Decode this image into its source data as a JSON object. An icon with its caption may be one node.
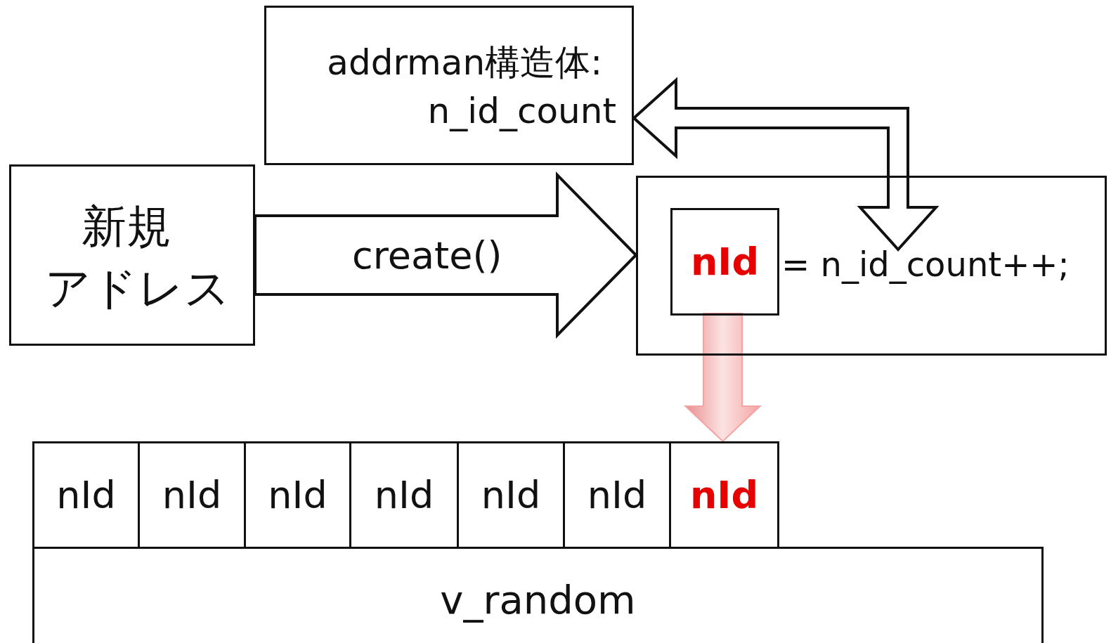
{
  "diagram": {
    "nodes": [
      {
        "text": [
          "addrman構造体:",
          "n_id_count"
        ]
      },
      {
        "text": [
          "新規",
          "アドレス"
        ]
      },
      {
        "text": [
          "= n_id_count++;"
        ]
      },
      {
        "text": [
          "nId"
        ],
        "in": 2
      },
      {
        "text": [
          "nId"
        ]
      },
      {
        "text": [
          "nId"
        ]
      },
      {
        "text": [
          "nId"
        ]
      },
      {
        "text": [
          "nId"
        ]
      },
      {
        "text": [
          "nId"
        ]
      },
      {
        "text": [
          "nId"
        ]
      },
      {
        "text": [
          "nId"
        ]
      },
      {
        "text": [
          "v_random"
        ]
      }
    ],
    "edges": [
      {
        "from": 1,
        "to": 2,
        "arrow": "to",
        "label": "create()"
      },
      {
        "from": 0,
        "to": 2,
        "arrow": "both"
      },
      {
        "from": 3,
        "to": 10,
        "arrow": "to",
        "color": "#f4a3a3"
      }
    ]
  }
}
